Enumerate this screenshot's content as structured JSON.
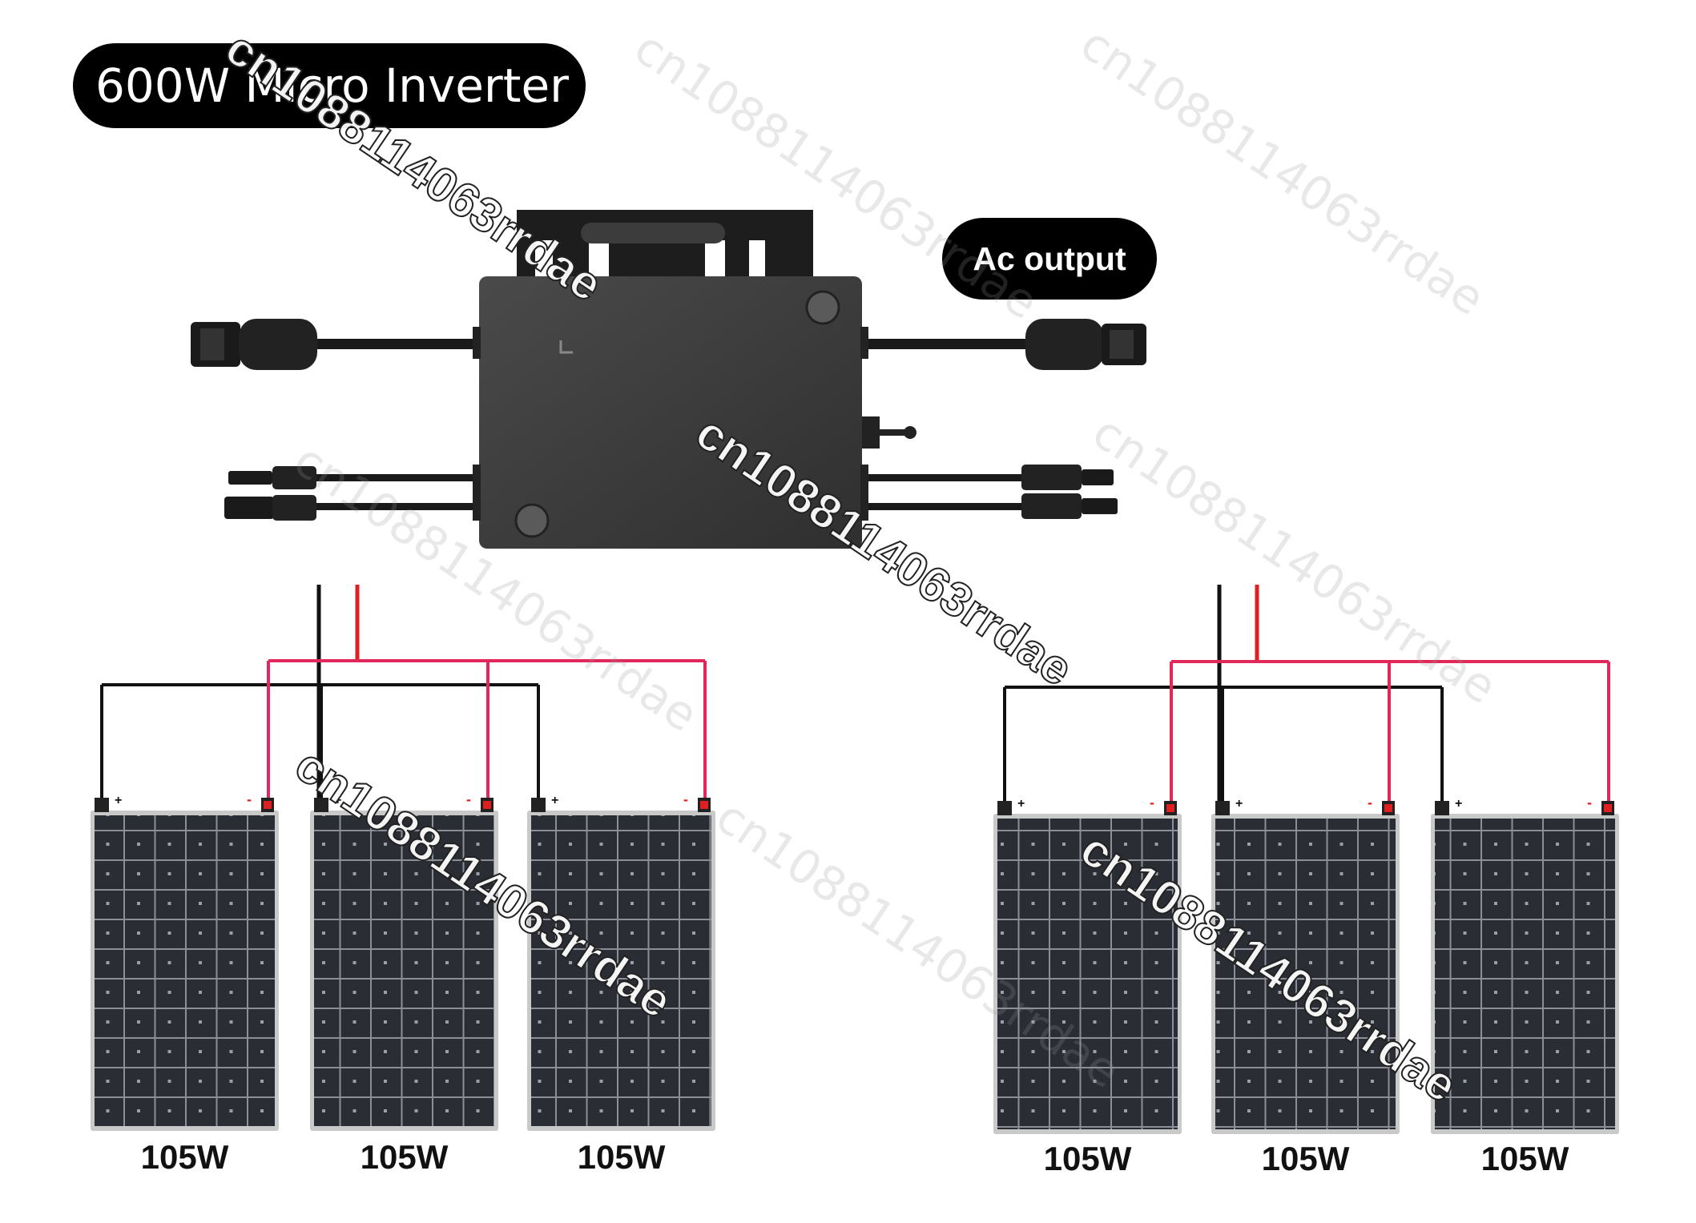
{
  "title": "600W Micro Inverter",
  "ac_output_label": "Ac output",
  "watermark_text": "cn1088114063rrdae",
  "terminal_plus": "+",
  "terminal_minus": "-",
  "groups": [
    {
      "panels": [
        {
          "rating": "105W"
        },
        {
          "rating": "105W"
        },
        {
          "rating": "105W"
        }
      ]
    },
    {
      "panels": [
        {
          "rating": "105W"
        },
        {
          "rating": "105W"
        },
        {
          "rating": "105W"
        }
      ]
    }
  ],
  "colors": {
    "negative_wire": "#111111",
    "positive_wire": "#e0285a",
    "positive_trunk": "#e02020",
    "inverter_body": "#3a3a3a",
    "panel_cell": "#2b2d35",
    "panel_frame": "#c9c9c9"
  }
}
